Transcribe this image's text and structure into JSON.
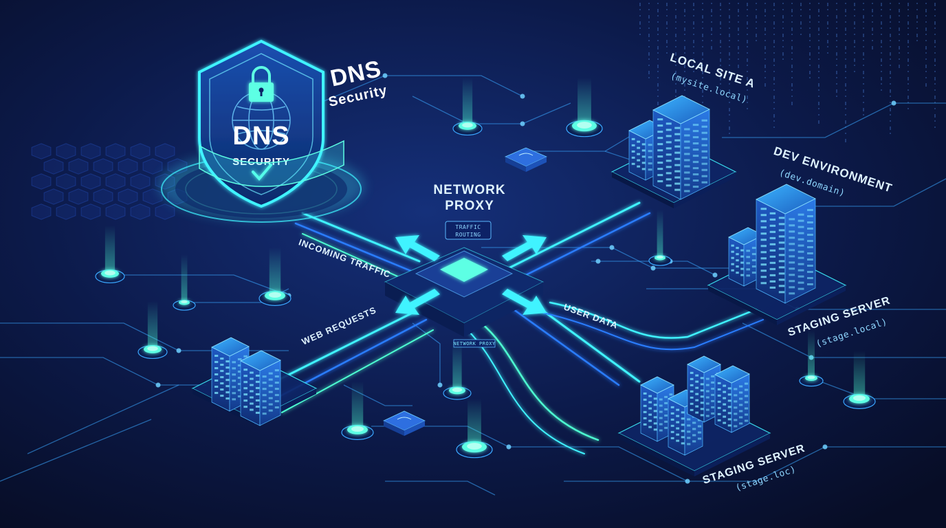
{
  "diagram": {
    "dns_shield": {
      "line1": "DNS",
      "line2": "SECURITY"
    },
    "dns_title": {
      "line1": "DNS",
      "line2": "Security"
    },
    "proxy": {
      "line1": "NETWORK",
      "line2": "PROXY",
      "badge_line1": "TRAFFIC",
      "badge_line2": "ROUTING",
      "tag": "NETWORK PROXY"
    },
    "flows": {
      "incoming": "INCOMING TRAFFIC",
      "web": "WEB REQUESTS",
      "user": "USER DATA"
    },
    "nodes": {
      "site_a": {
        "title": "LOCAL SITE A",
        "domain": "(mysite.local)"
      },
      "dev": {
        "title": "DEV ENVIRONMENT",
        "domain": "(dev.domain)"
      },
      "staging_1": {
        "title": "STAGING SERVER",
        "domain": "(stage.local)"
      },
      "staging_2": {
        "title": "STAGING SERVER",
        "domain": "(stage.loc)"
      }
    }
  },
  "colors": {
    "background": "#0a1230",
    "accent_cyan": "#3ff3ff",
    "accent_mint": "#4dffd2",
    "accent_blue": "#2a7dff",
    "text": "#dff3ff"
  },
  "icons": [
    "shield-icon",
    "padlock-icon",
    "globe-icon",
    "checkmark-icon",
    "server-rack-icon",
    "router-icon"
  ]
}
